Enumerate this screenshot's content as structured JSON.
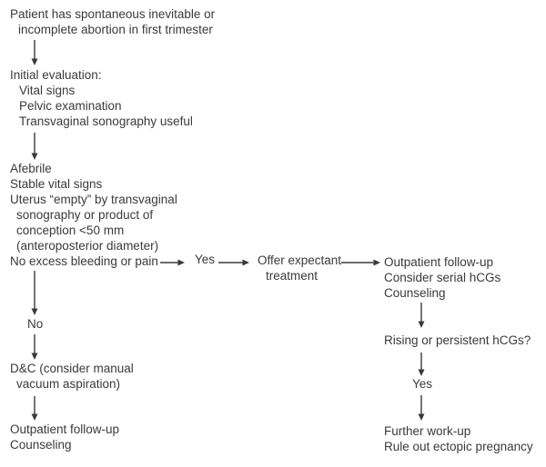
{
  "colors": {
    "text": "#3a3a3a",
    "arrow": "#3a3a3a",
    "background": "#ffffff"
  },
  "flow": {
    "patient": {
      "lines": [
        "Patient has spontaneous inevitable or",
        "incomplete abortion in first trimester"
      ]
    },
    "initial_evaluation": {
      "lines": [
        "Initial evaluation:",
        "Vital signs",
        "Pelvic examination",
        "Transvaginal sonography useful"
      ]
    },
    "assessment": {
      "lines": [
        "Afebrile",
        "Stable vital signs",
        "Uterus “empty” by transvaginal",
        "sonography or product of",
        "conception <50 mm",
        "(anteroposterior diameter)",
        "No excess bleeding or pain"
      ]
    },
    "yes_branch_label": "Yes",
    "expectant_treatment": {
      "lines": [
        "Offer expectant",
        "treatment"
      ]
    },
    "outpatient_followup_right": {
      "lines": [
        "Outpatient follow-up",
        "Consider serial hCGs",
        "Counseling"
      ]
    },
    "rising_question": "Rising or persistent hCGs?",
    "yes_confirm_label": "Yes",
    "further_workup": {
      "lines": [
        "Further work-up",
        "Rule out ectopic pregnancy"
      ]
    },
    "no_branch_label": "No",
    "dc_procedure": {
      "lines": [
        "D&C (consider manual",
        "vacuum aspiration)"
      ]
    },
    "outpatient_followup_left": {
      "lines": [
        "Outpatient follow-up",
        "Counseling"
      ]
    }
  }
}
